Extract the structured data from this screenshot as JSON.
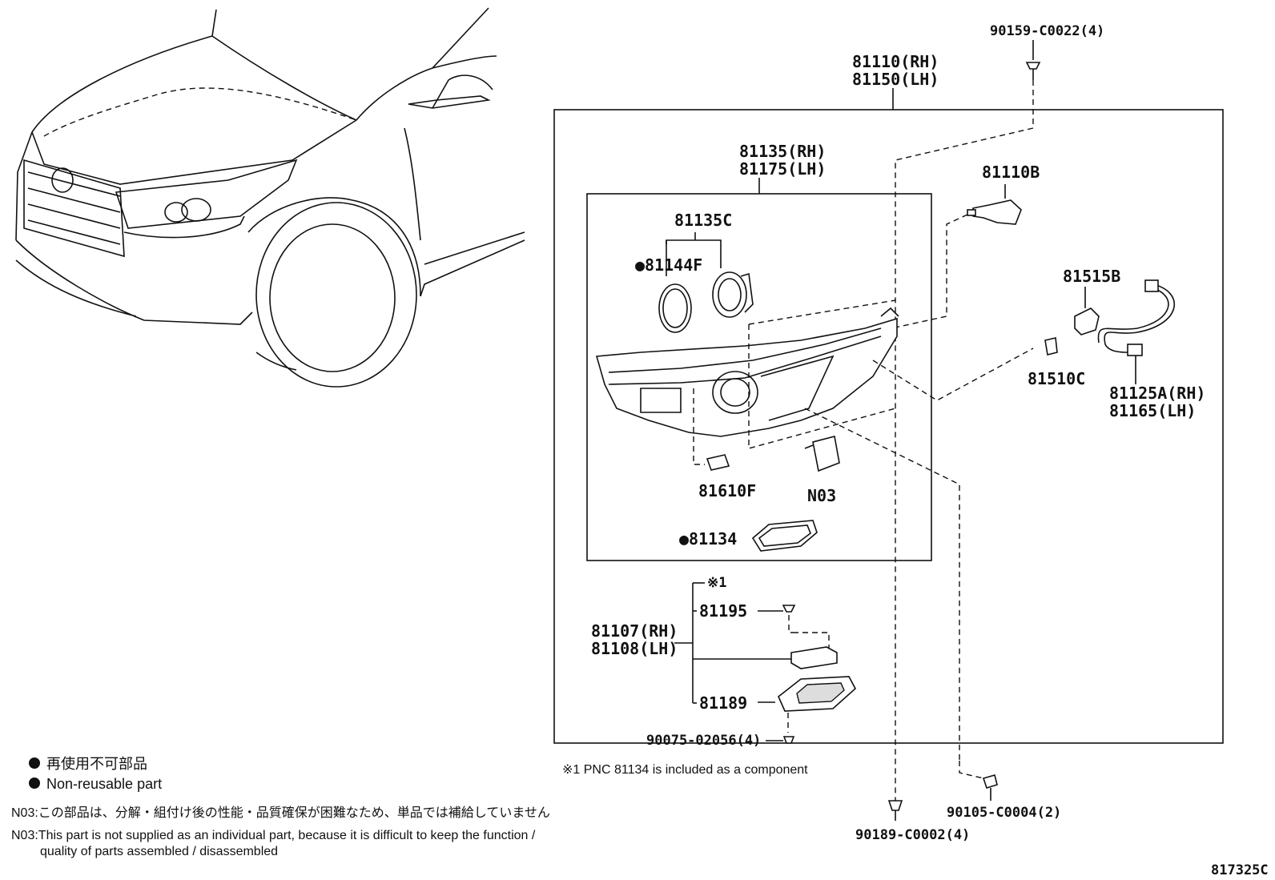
{
  "parts": {
    "screw_top": "90159-C0022(4)",
    "headlamp_rh": "81110(RH)",
    "headlamp_lh": "81150(LH)",
    "housing_rh": "81135(RH)",
    "housing_lh": "81175(LH)",
    "bulb": "81110B",
    "cover": "81135C",
    "gasket": "●81144F",
    "socket": "81515B",
    "bulb_small": "81510C",
    "wire_rh": "81125A(RH)",
    "wire_lh": "81165(LH)",
    "side_bulb": "81610F",
    "n03": "N03",
    "seal": "●81134",
    "ref_mark": "※1",
    "computer_rh": "81107(RH)",
    "computer_lh": "81108(LH)",
    "screw_81195": "81195",
    "bracket_81189": "81189",
    "screw_bottom_left": "90075-02056(4)",
    "clip_bottom": "90189-C0002(4)",
    "clip_right": "90105-C0004(2)"
  },
  "notes": {
    "component": "※1  PNC 81134 is included as a component",
    "legend_jp": "再使用不可部品",
    "legend_en": "Non-reusable part",
    "n03_jp": "N03:この部品は、分解・組付け後の性能・品質確保が困難なため、単品では補給していません",
    "n03_en_1": "N03:This part is not supplied as an individual part, because it is difficult to keep the function /",
    "n03_en_2": "quality of parts assembled / disassembled",
    "diagram_id": "817325C"
  }
}
